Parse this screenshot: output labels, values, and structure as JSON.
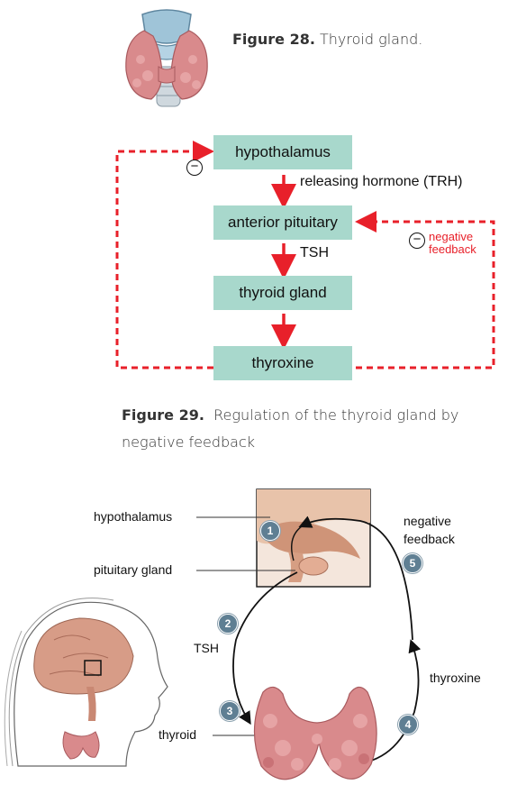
{
  "figure28": {
    "label": "Figure 28.",
    "text": "Thyroid gland."
  },
  "flowchart": {
    "boxes": {
      "hypothalamus": "hypothalamus",
      "anterior_pituitary": "anterior pituitary",
      "thyroid_gland": "thyroid gland",
      "thyroxine": "thyroxine"
    },
    "labels": {
      "releasing": "releasing hormone (TRH)",
      "tsh": "TSH"
    },
    "negative_feedback": [
      "negative",
      "feedback"
    ],
    "minus_symbol": "−",
    "arrow_color": "#e8202a",
    "box_color": "#a8d8cc"
  },
  "figure29": {
    "label": "Figure 29.",
    "text_line1": "Regulation of the thyroid gland by",
    "text_line2": "negative feedback"
  },
  "diagram": {
    "labels": {
      "hypothalamus": "hypothalamus",
      "pituitary": "pituitary gland",
      "tsh": "TSH",
      "thyroid": "thyroid",
      "negative_feedback": [
        "negative",
        "feedback"
      ],
      "thyroxine": "thyroxine"
    },
    "steps": [
      "1",
      "2",
      "3",
      "4",
      "5"
    ]
  }
}
